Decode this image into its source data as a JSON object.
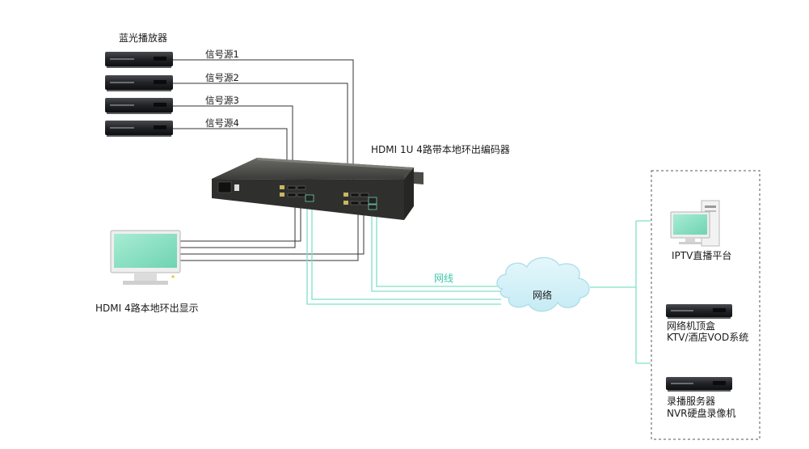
{
  "labels": {
    "bluray_player": "蓝光播放器",
    "source_1": "信号源1",
    "source_2": "信号源2",
    "source_3": "信号源3",
    "source_4": "信号源4",
    "encoder": "HDMI 1U 4路带本地环出编码器",
    "local_display": "HDMI 4路本地环出显示",
    "cable": "网线",
    "network": "网络",
    "iptv": "IPTV直播平台",
    "stb_line1": "网络机顶盒",
    "stb_line2": "KTV/酒店VOD系统",
    "nvr_line1": "录播服务器",
    "nvr_line2": "NVR硬盘录像机"
  },
  "colors": {
    "hdmi_line": "#333333",
    "network_line": "#7fe0c8",
    "screen_green": "#8ee3c6",
    "cloud_fill": "#d4f1f8",
    "cloud_stroke": "#a9dbe8",
    "device_dark": "#1e1f22"
  },
  "icons": [
    "bluray-player-icon",
    "encoder-device-icon",
    "monitor-icon",
    "cloud-icon",
    "pc-icon",
    "set-top-box-icon",
    "nvr-icon"
  ]
}
